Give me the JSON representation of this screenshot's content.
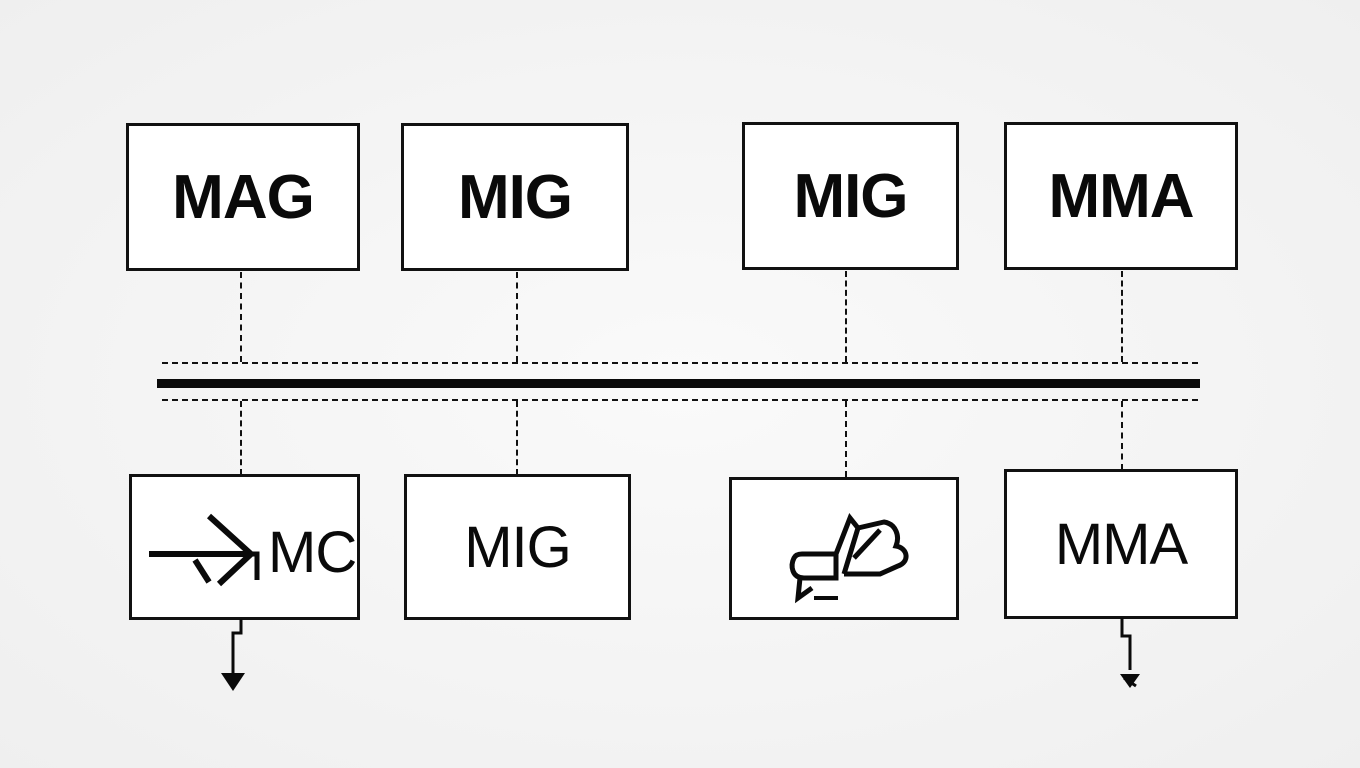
{
  "top_row": [
    {
      "label": "MAG"
    },
    {
      "label": "MIG"
    },
    {
      "label": "MIG"
    },
    {
      "label": "MMA"
    }
  ],
  "bottom_row": [
    {
      "label": "MC",
      "icon": "arrow-mc-glyph-icon"
    },
    {
      "label": "MIG"
    },
    {
      "label": "",
      "icon": "scribble-glyph-icon"
    },
    {
      "label": "MMA"
    }
  ]
}
